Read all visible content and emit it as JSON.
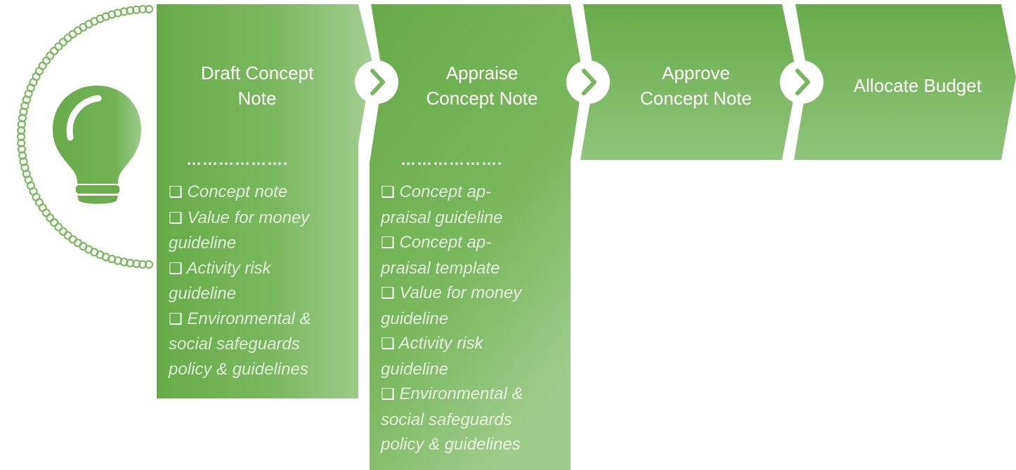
{
  "colors": {
    "green_dark": "#67ab48",
    "green_mid": "#78b65c",
    "green_light": "#9ccb88",
    "white": "#ffffff"
  },
  "icons": {
    "idea": "lightbulb-icon",
    "arrow": "chevron-right-icon",
    "checkbox": "checkbox-icon"
  },
  "stages": [
    {
      "title_lines": [
        "Draft Concept",
        "Note"
      ],
      "divider": "……………….",
      "items": [
        [
          {
            "box": true,
            "text": " Concept note"
          }
        ],
        [
          {
            "box": true,
            "text": " Value for money"
          }
        ],
        [
          {
            "box": false,
            "text": "guideline"
          }
        ],
        [
          {
            "box": true,
            "text": " Activity risk"
          }
        ],
        [
          {
            "box": false,
            "text": "guideline"
          }
        ],
        [
          {
            "box": true,
            "text": " Environmental &"
          }
        ],
        [
          {
            "box": false,
            "text": "social safeguards"
          }
        ],
        [
          {
            "box": false,
            "text": "policy & guidelines"
          }
        ]
      ]
    },
    {
      "title_lines": [
        "Appraise",
        "Concept Note"
      ],
      "divider": "……………….",
      "items": [
        [
          {
            "box": true,
            "text": " Concept ap-"
          }
        ],
        [
          {
            "box": false,
            "text": "praisal guideline"
          }
        ],
        [
          {
            "box": true,
            "text": " Concept ap-"
          }
        ],
        [
          {
            "box": false,
            "text": "praisal template"
          }
        ],
        [
          {
            "box": true,
            "text": " Value for money"
          }
        ],
        [
          {
            "box": false,
            "text": "guideline"
          }
        ],
        [
          {
            "box": true,
            "text": " Activity risk"
          }
        ],
        [
          {
            "box": false,
            "text": "guideline"
          }
        ],
        [
          {
            "box": true,
            "text": " Environmental &"
          }
        ],
        [
          {
            "box": false,
            "text": "social safeguards"
          }
        ],
        [
          {
            "box": false,
            "text": "policy & guidelines"
          }
        ]
      ]
    },
    {
      "title_lines": [
        "Approve",
        "Concept Note"
      ]
    },
    {
      "title_lines": [
        "Allocate Budget"
      ]
    }
  ],
  "checkbox_glyph": "❑"
}
